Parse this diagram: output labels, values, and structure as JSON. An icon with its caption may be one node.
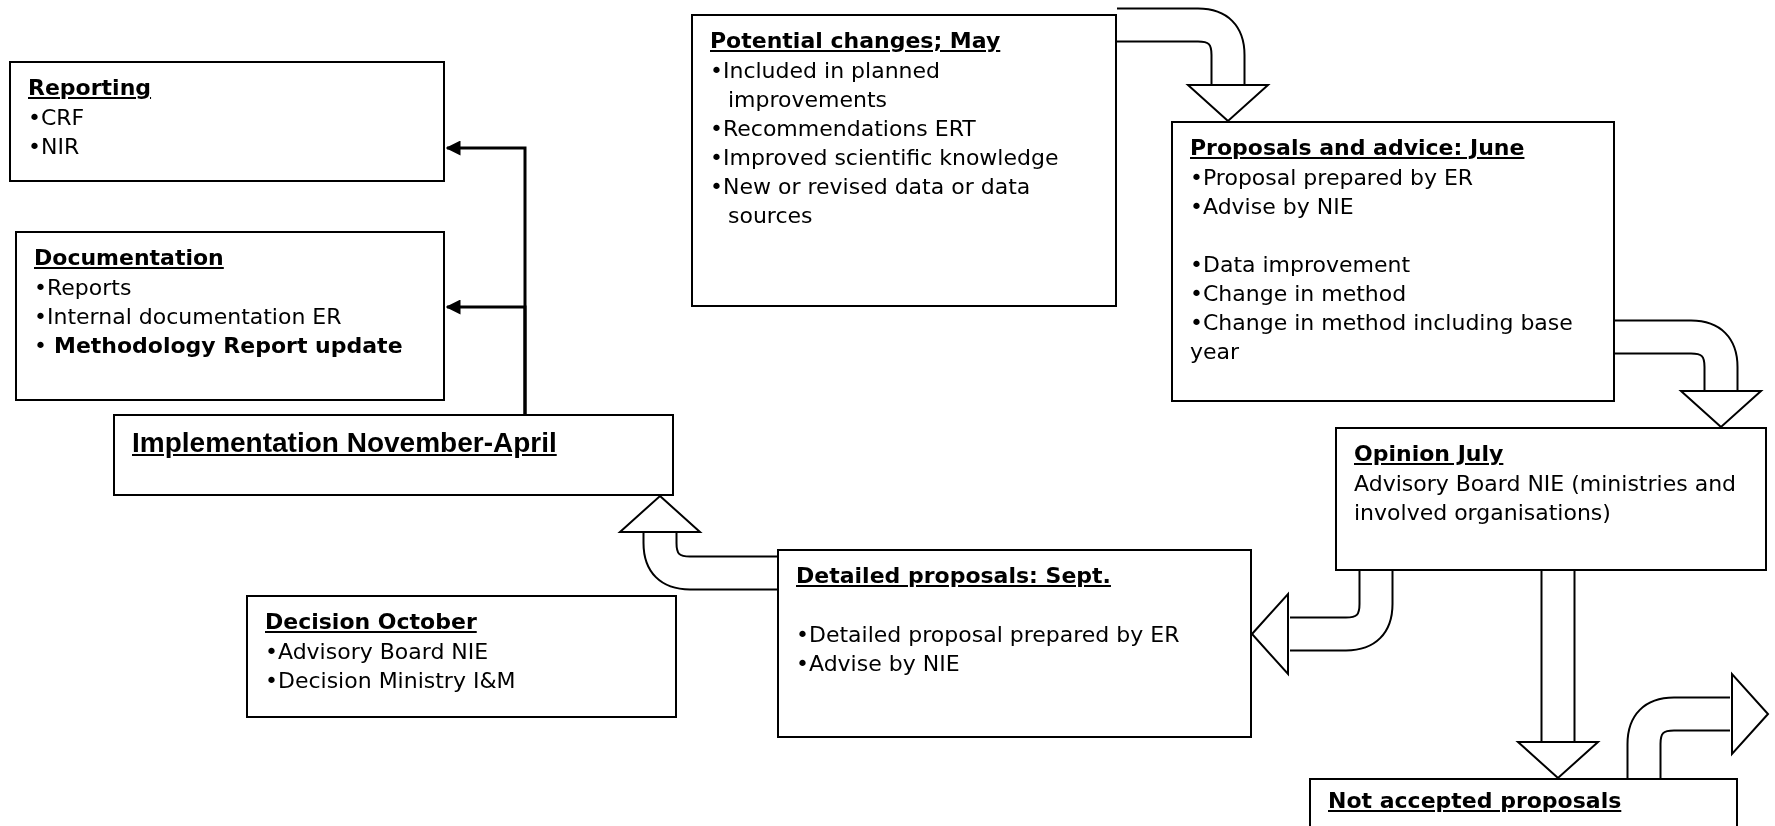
{
  "diagram": {
    "nodes": [
      {
        "text": [
          "Potential changes; May",
          "•Included in planned improvements",
          "•Recommendations ERT",
          "•Improved scientific knowledge",
          "•New or revised data or data sources"
        ]
      },
      {
        "text": [
          "Proposals and advice: June",
          "•Proposal prepared by ER",
          "•Advise by NIE",
          "•Data improvement",
          "•Change in method",
          "•Change in method including base year"
        ]
      },
      {
        "text": [
          "Opinion July",
          "Advisory Board NIE (ministries and involved organisations)"
        ]
      },
      {
        "text": [
          "Detailed proposals: Sept.",
          "•Detailed proposal prepared by ER",
          "•Advise by NIE"
        ]
      },
      {
        "text": [
          "Decision October",
          "•Advisory Board NIE",
          "•Decision Ministry I&M"
        ]
      },
      {
        "text": [
          "Implementation November-April"
        ]
      },
      {
        "text": [
          "Reporting",
          "•CRF",
          "•NIR"
        ]
      },
      {
        "text": [
          "Documentation",
          "•Reports",
          "•Internal documentation ER",
          "• **Methodology Report update**"
        ]
      },
      {
        "text": [
          "Not accepted proposals"
        ]
      }
    ],
    "edges": [
      {
        "from": 0,
        "to": 1,
        "arrow": "to"
      },
      {
        "from": 1,
        "to": 2,
        "arrow": "to"
      },
      {
        "from": 2,
        "to": 3,
        "arrow": "to"
      },
      {
        "from": 2,
        "to": 8,
        "arrow": "to"
      },
      {
        "from": 3,
        "to": 5,
        "arrow": "to"
      },
      {
        "from": 8,
        "to": null,
        "arrow": "to"
      },
      {
        "from": 5,
        "to": 6,
        "arrow": "to"
      },
      {
        "from": 5,
        "to": 7,
        "arrow": "to"
      }
    ]
  }
}
